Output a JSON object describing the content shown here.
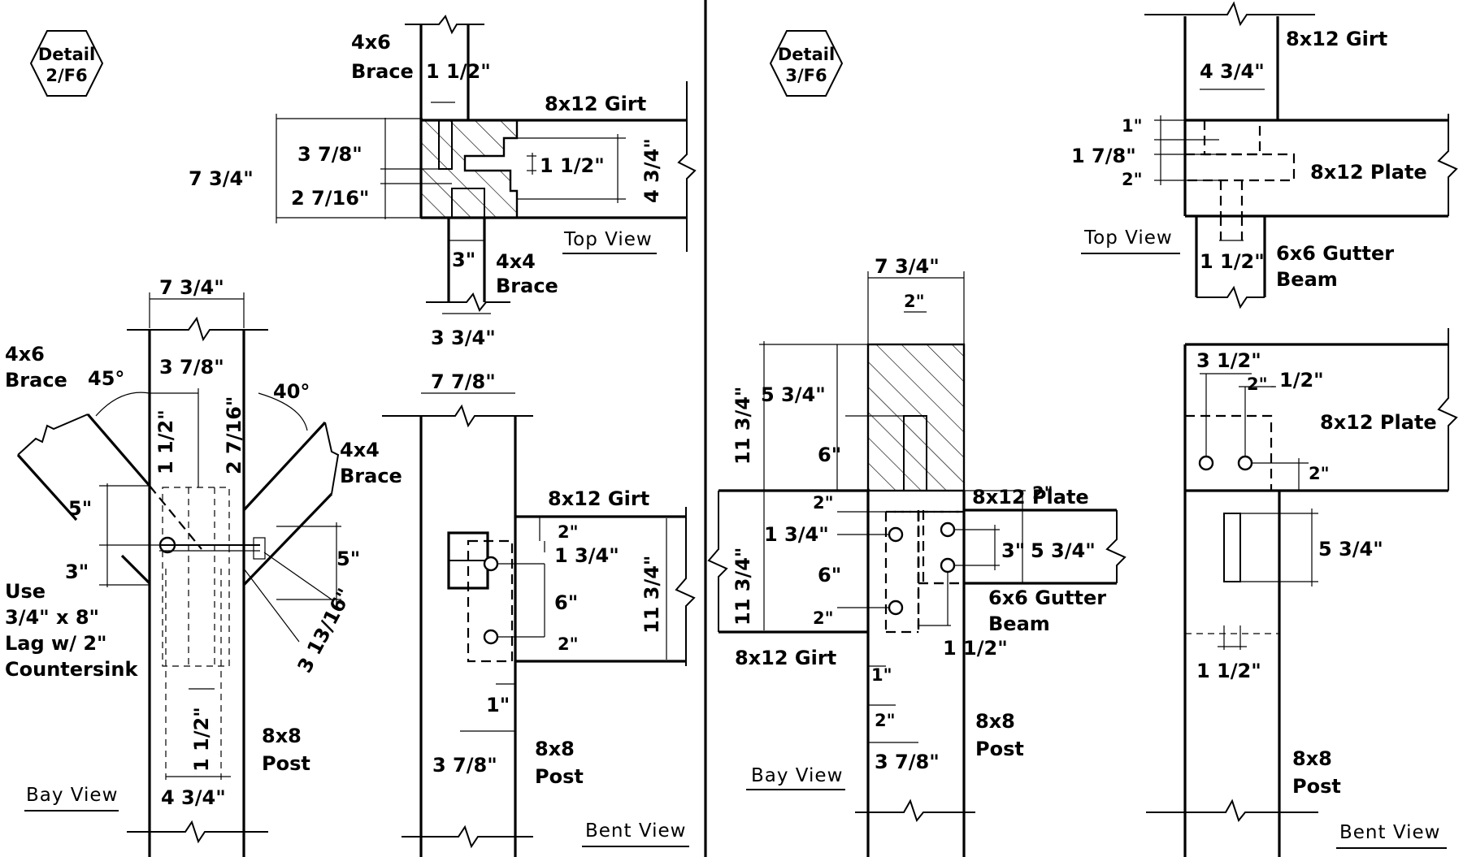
{
  "detail_left": {
    "tag": [
      "Detail",
      "2/F6"
    ],
    "top_view": {
      "label": "Top View",
      "brace_4x6": [
        "4x6",
        "Brace"
      ],
      "brace_4x4": [
        "4x4",
        "Brace"
      ],
      "girt": "8x12 Girt",
      "dims": [
        "1 1/2\"",
        "3 7/8\"",
        "7 3/4\"",
        "2 7/16\"",
        "1 1/2\"",
        "4 3/4\"",
        "3\"",
        "3 3/4\""
      ]
    },
    "bay_view": {
      "label": "Bay View",
      "brace_4x6": [
        "4x6",
        "Brace"
      ],
      "brace_4x4": [
        "4x4",
        "Brace"
      ],
      "post": [
        "8x8",
        "Post"
      ],
      "note": [
        "Use",
        "3/4\" x 8\"",
        "Lag w/ 2\"",
        "Countersink"
      ],
      "dims": [
        "7 3/4\"",
        "3 7/8\"",
        "45°",
        "40°",
        "1 1/2\"",
        "2 7/16\"",
        "5\"",
        "3\"",
        "5\"",
        "3 13/16\"",
        "1 1/2\"",
        "4 3/4\""
      ]
    },
    "bent_view": {
      "label": "Bent View",
      "girt": "8x12 Girt",
      "post": [
        "8x8",
        "Post"
      ],
      "dims": [
        "7 7/8\"",
        "2\"",
        "1 3/4\"",
        "6\"",
        "2\"",
        "11 3/4\"",
        "1\"",
        "3 7/8\""
      ]
    }
  },
  "detail_right": {
    "tag": [
      "Detail",
      "3/F6"
    ],
    "top_view": {
      "label": "Top View",
      "girt": "8x12 Girt",
      "plate": "8x12 Plate",
      "gutter": [
        "6x6 Gutter",
        "Beam"
      ],
      "dims": [
        "4 3/4\"",
        "1\"",
        "1 7/8\"",
        "2\"",
        "1 1/2\""
      ]
    },
    "bay_view": {
      "label": "Bay View",
      "plate": "8x12 Plate",
      "girt": "8x12 Girt",
      "gutter": [
        "6x6 Gutter",
        "Beam"
      ],
      "post": [
        "8x8",
        "Post"
      ],
      "dims": [
        "7 3/4\"",
        "2\"",
        "5 3/4\"",
        "11 3/4\"",
        "6\"",
        "2\"",
        "2\"",
        "1 3/4\"",
        "11 3/4\"",
        "6\"",
        "2\"",
        "3\"",
        "5 3/4\"",
        "1 1/2\"",
        "1\"",
        "2\"",
        "3 7/8\""
      ]
    },
    "bent_view": {
      "label": "Bent View",
      "plate": "8x12 Plate",
      "post": [
        "8x8",
        "Post"
      ],
      "dims": [
        "3 1/2\"",
        "2\"",
        "1/2\"",
        "2\"",
        "5 3/4\"",
        "1 1/2\""
      ]
    }
  }
}
